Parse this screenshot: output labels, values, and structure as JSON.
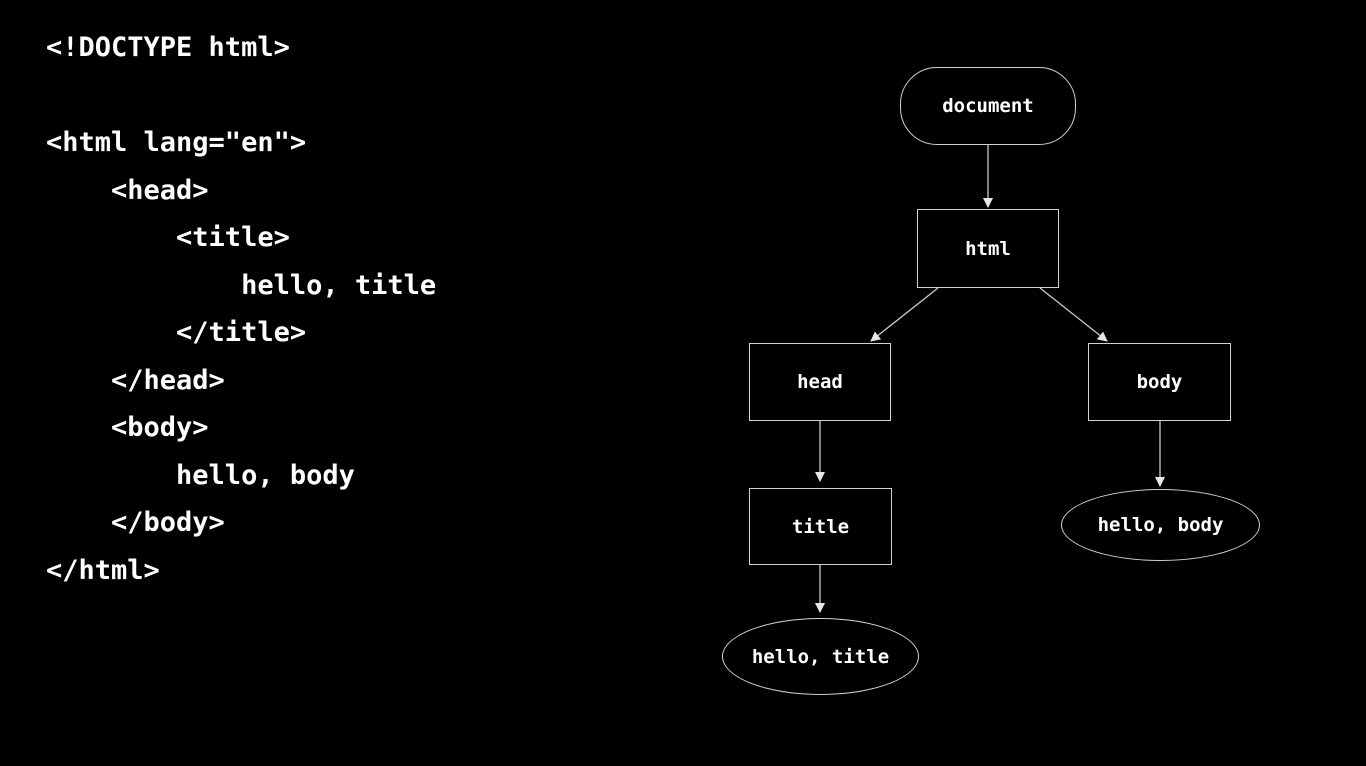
{
  "background": "#000000",
  "code_panel": {
    "text_color": "#ffffff",
    "lines": [
      "<!DOCTYPE html>",
      "",
      "<html lang=\"en\">",
      "    <head>",
      "        <title>",
      "            hello, title",
      "        </title>",
      "    </head>",
      "    <body>",
      "        hello, body",
      "    </body>",
      "</html>"
    ]
  },
  "diagram": {
    "stroke_color": "#c9c9c9",
    "arrowhead_color": "#e6e6e6",
    "text_color": "#ffffff",
    "nodes": [
      {
        "id": "document",
        "label": "document",
        "shape": "stadium"
      },
      {
        "id": "html",
        "label": "html",
        "shape": "rect"
      },
      {
        "id": "head",
        "label": "head",
        "shape": "rect"
      },
      {
        "id": "body",
        "label": "body",
        "shape": "rect"
      },
      {
        "id": "title",
        "label": "title",
        "shape": "rect"
      },
      {
        "id": "hello-title",
        "label": "hello, title",
        "shape": "ellipse"
      },
      {
        "id": "hello-body",
        "label": "hello, body",
        "shape": "ellipse"
      }
    ],
    "edges": [
      {
        "from": "document",
        "to": "html"
      },
      {
        "from": "html",
        "to": "head"
      },
      {
        "from": "html",
        "to": "body"
      },
      {
        "from": "head",
        "to": "title"
      },
      {
        "from": "body",
        "to": "hello-body"
      },
      {
        "from": "title",
        "to": "hello-title"
      }
    ]
  }
}
